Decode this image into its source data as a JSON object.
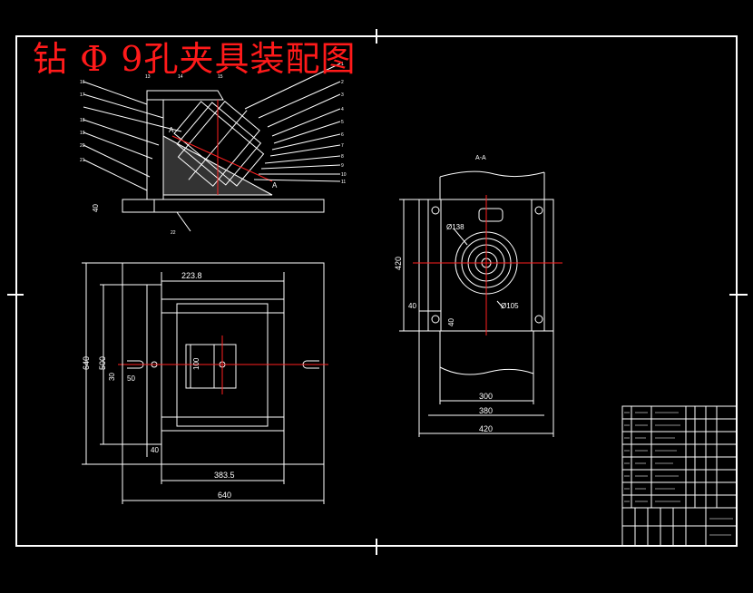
{
  "title": "钻 Φ 9孔夹具装配图",
  "section_label": "A-A",
  "section_marks": [
    "A",
    "A"
  ],
  "front_view": {
    "base_height": "40",
    "left_callouts": [
      "16",
      "17",
      "18",
      "19",
      "20",
      "21"
    ],
    "right_callouts": [
      "1",
      "2",
      "3",
      "4",
      "5",
      "6",
      "7",
      "8",
      "9",
      "10",
      "11"
    ],
    "top_callouts": [
      "13",
      "14",
      "15"
    ],
    "bottom_callout": "22"
  },
  "plan_view": {
    "dim_top": "223.8",
    "dim_left_outer": "640",
    "dim_left_inner": "500",
    "dim_small_a": "30",
    "dim_small_b": "50",
    "dim_center": "100",
    "dim_bottom_small": "40",
    "dim_bottom_inner": "383.5",
    "dim_bottom_outer": "640"
  },
  "side_view": {
    "dim_height": "420",
    "dim_hole_upper": "Ø138",
    "dim_hole_lower": "Ø105",
    "dim_left_a": "40",
    "dim_left_b": "40",
    "dim_bottom_a": "300",
    "dim_bottom_b": "380",
    "dim_bottom_c": "420"
  }
}
